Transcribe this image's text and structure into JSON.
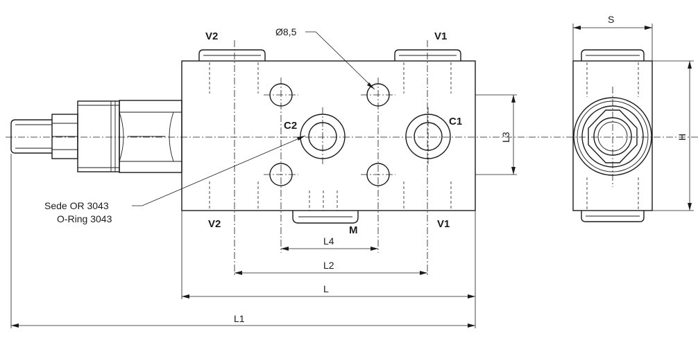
{
  "ports": {
    "v2_top": "V2",
    "v1_top": "V1",
    "v2_bottom": "V2",
    "v1_bottom": "V1",
    "c2": "C2",
    "c1": "C1",
    "m": "M"
  },
  "callouts": {
    "hole_diameter": "Ø8,5",
    "seat": "Sede OR 3043",
    "oring": "O-Ring 3043"
  },
  "dimensions": {
    "l4": "L4",
    "l2": "L2",
    "l": "L",
    "l1": "L1",
    "l3": "L3",
    "s": "S",
    "h": "H"
  }
}
